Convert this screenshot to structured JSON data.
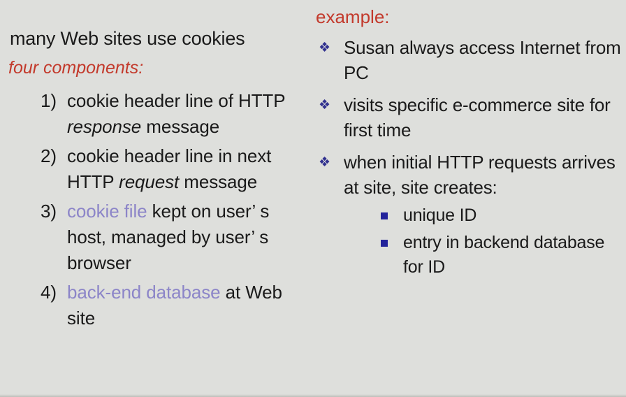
{
  "slide": {
    "background_color": "#dedfdc",
    "text_color": "#1a1a1a",
    "accent_red": "#c33a2c",
    "accent_purple": "#8c85c8",
    "bullet_navy": "#31318f",
    "subbullet_navy": "#23239b"
  },
  "left": {
    "lead_line": "many Web sites use cookies",
    "section_label": "four components:",
    "items": [
      {
        "marker": "1)",
        "parts": [
          {
            "text": "cookie header line of HTTP ",
            "style": "normal"
          },
          {
            "text": "response",
            "style": "italic"
          },
          {
            "text": " message",
            "style": "normal"
          }
        ]
      },
      {
        "marker": "2)",
        "parts": [
          {
            "text": "cookie header line in next HTTP ",
            "style": "normal"
          },
          {
            "text": "request",
            "style": "italic"
          },
          {
            "text": " message",
            "style": "normal"
          }
        ]
      },
      {
        "marker": "3)",
        "parts": [
          {
            "text": "cookie file",
            "style": "highlight"
          },
          {
            "text": " kept on user’ s host, managed by user’ s browser",
            "style": "normal"
          }
        ]
      },
      {
        "marker": "4)",
        "parts": [
          {
            "text": "back-end database",
            "style": "highlight"
          },
          {
            "text": " at Web site",
            "style": "normal"
          }
        ]
      }
    ]
  },
  "right": {
    "example_label": "example:",
    "bullet_glyph": "❖",
    "items": [
      {
        "text": "Susan always access Internet from PC"
      },
      {
        "text": "visits specific e-commerce site for first time"
      },
      {
        "text": "when initial HTTP requests arrives at site, site creates:",
        "sub_items": [
          {
            "text": "unique ID"
          },
          {
            "text": "entry in backend database for ID"
          }
        ]
      }
    ]
  }
}
